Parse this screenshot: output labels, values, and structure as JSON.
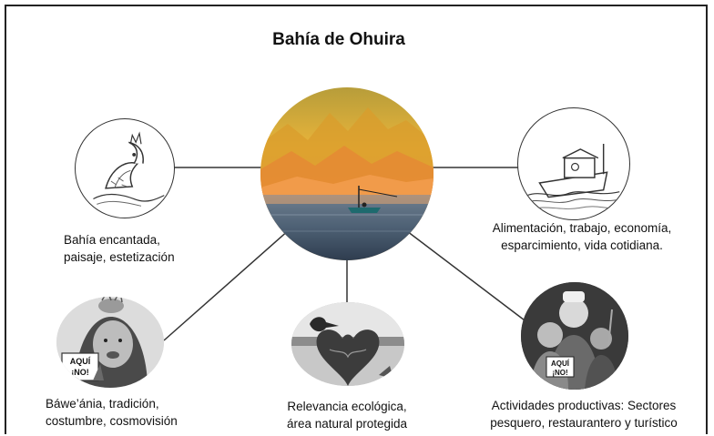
{
  "title": "Bahía de Ohuira",
  "center": {
    "icon": "sunset-bay-fishing-boat-photo"
  },
  "nodes": [
    {
      "icon": "fish-sketch-icon",
      "caption": [
        "Bahía encantada,",
        "paisaje, estetización"
      ]
    },
    {
      "icon": "fishing-boat-sketch-icon",
      "caption": [
        "Alimentación, trabajo, economía,",
        "esparcimiento, vida cotidiana."
      ]
    },
    {
      "icon": "indigenous-woman-protest-icon",
      "badge": [
        "AQUÍ",
        "¡NO!"
      ],
      "caption": [
        "Báwe’ánia, tradición,",
        "costumbre, cosmovisión"
      ]
    },
    {
      "icon": "heart-pelican-collage-icon",
      "caption": [
        "Relevancia ecológica,",
        "área natural protegida"
      ]
    },
    {
      "icon": "people-protest-icon",
      "badge": [
        "AQUÍ",
        "¡NO!"
      ],
      "caption": [
        "Actividades productivas: Sectores",
        "pesquero, restaurantero y turístico"
      ]
    }
  ]
}
